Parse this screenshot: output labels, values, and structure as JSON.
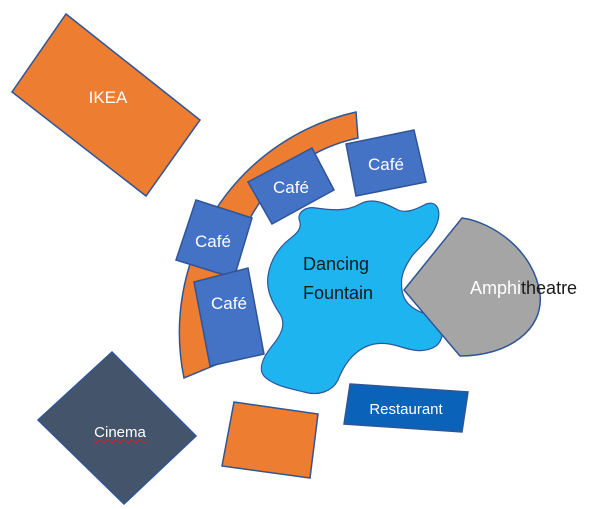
{
  "map": {
    "ikea_label": "IKEA",
    "cafe_1_label": "Café",
    "cafe_2_label": "Café",
    "cafe_3_label": "Café",
    "cafe_4_label": "Café",
    "fountain_label_line1": "Dancing",
    "fountain_label_line2": "Fountain",
    "amphitheatre_label_part1": "Amphi",
    "amphitheatre_label_part2": "theatre",
    "cinema_label": "Cinema",
    "restaurant_label": "Restaurant"
  },
  "colors": {
    "orange": "#ED7D31",
    "orange_border": "#2F5597",
    "cafe_blue": "#4472C4",
    "fountain_blue": "#1EB4F0",
    "amphitheatre_gray": "#A5A5A5",
    "cinema_slate": "#44546A",
    "restaurant_blue": "#0A63B8",
    "spellcheck_red": "#E02020"
  }
}
